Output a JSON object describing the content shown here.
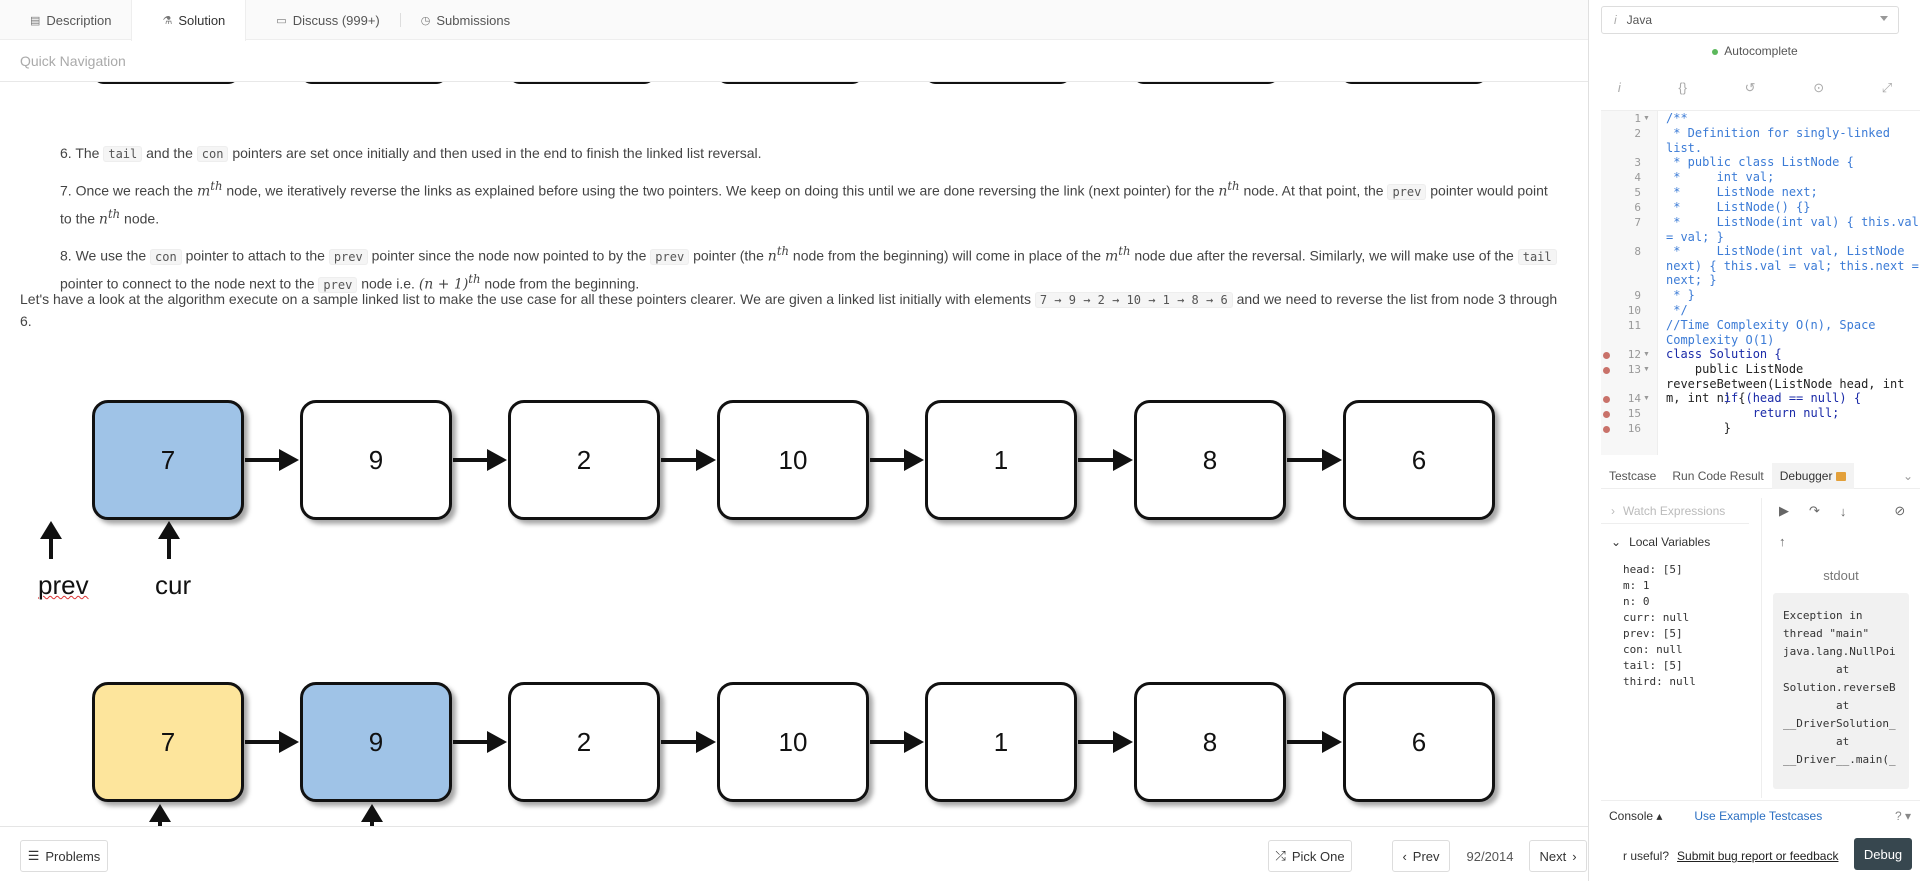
{
  "tabs": [
    {
      "label": "Description",
      "icon": "description-icon"
    },
    {
      "label": "Solution",
      "icon": "flask-icon"
    },
    {
      "label": "Discuss (999+)",
      "icon": "chat-icon"
    },
    {
      "label": "Submissions",
      "icon": "clock-icon"
    }
  ],
  "quick_nav": "Quick Navigation",
  "steps": {
    "s6": {
      "num": "6.",
      "a": "The",
      "code1": "tail",
      "b": "and the",
      "code2": "con",
      "c": "pointers are set once initially and then used in the end to finish the linked list reversal."
    },
    "s7": {
      "num": "7.",
      "a": "Once we reach the",
      "m1": "m",
      "sup1": "th",
      "b": "node, we iteratively reverse the links as explained before using the two pointers. We keep on doing this until we are done reversing the link (next pointer) for the",
      "m2": "n",
      "sup2": "th",
      "c": "node. At that point, the",
      "code1": "prev",
      "d": "pointer would point to the",
      "m3": "n",
      "sup3": "th",
      "e": "node."
    },
    "s8": {
      "num": "8.",
      "a": "We use the",
      "code1": "con",
      "b": "pointer to attach to the",
      "code2": "prev",
      "c": "pointer since the node now pointed to by the",
      "code3": "prev",
      "d": "pointer (the",
      "m1": "n",
      "sup1": "th",
      "e": "node from the beginning) will come in place of the",
      "m2": "m",
      "sup2": "th",
      "f": "node due after the reversal. Similarly, we will make use of the",
      "code4": "tail",
      "g": "pointer to connect to the node next to the",
      "code5": "prev",
      "h": "node i.e.",
      "m3": "(n + 1)",
      "sup3": "th",
      "i": "node from the beginning."
    }
  },
  "paragraph": {
    "a": "Let's have a look at the algorithm execute on a sample linked list to make the use case for all these pointers clearer. We are given a linked list initially with elements",
    "code": "7 → 9 → 2 → 10 → 1 → 8 → 6",
    "b": "and we need to reverse the list from node 3 through 6."
  },
  "diagram1": {
    "nodes": [
      "7",
      "9",
      "2",
      "10",
      "1",
      "8",
      "6"
    ],
    "highlight": {
      "index": 0,
      "color": "#9fc3e7"
    },
    "pointers": [
      "prev",
      "cur"
    ]
  },
  "diagram2": {
    "nodes": [
      "7",
      "9",
      "2",
      "10",
      "1",
      "8",
      "6"
    ],
    "colors": {
      "0": "#fde59c",
      "1": "#9fc3e7"
    }
  },
  "bottom": {
    "problems": "Problems",
    "pick_one": "Pick One",
    "prev": "Prev",
    "page": "92/2014",
    "next": "Next"
  },
  "editor": {
    "language": "Java",
    "autocomplete": "Autocomplete",
    "lines": [
      {
        "n": "1",
        "fold": true,
        "cls": "cm",
        "text": "/**"
      },
      {
        "n": "2",
        "cls": "cm",
        "text": " * Definition for singly-linked list."
      },
      {
        "n": "3",
        "cls": "cm",
        "text": " * public class ListNode {"
      },
      {
        "n": "4",
        "cls": "cm",
        "text": " *     int val;"
      },
      {
        "n": "5",
        "cls": "cm",
        "text": " *     ListNode next;"
      },
      {
        "n": "6",
        "cls": "cm",
        "text": " *     ListNode() {}"
      },
      {
        "n": "7",
        "cls": "cm",
        "text": " *     ListNode(int val) { this.val = val; }"
      },
      {
        "n": "8",
        "cls": "cm",
        "text": " *     ListNode(int val, ListNode next) { this.val = val; this.next = next; }"
      },
      {
        "n": "9",
        "cls": "cm",
        "text": " * }"
      },
      {
        "n": "10",
        "cls": "cm",
        "text": " */"
      },
      {
        "n": "11",
        "cls": "cm",
        "text": "//Time Complexity O(n), Space Complexity O(1)"
      },
      {
        "n": "12",
        "bp": true,
        "fold": true,
        "cls": "kw",
        "text": "class Solution {"
      },
      {
        "n": "13",
        "bp": true,
        "fold": true,
        "cls": "nm",
        "text": "    public ListNode reverseBetween(ListNode head, int m, int n) {"
      },
      {
        "n": "14",
        "bp": true,
        "fold": true,
        "cls": "kw",
        "text": "        if (head == null) {"
      },
      {
        "n": "15",
        "bp": true,
        "cls": "kw",
        "text": "            return null;"
      },
      {
        "n": "16",
        "bp": true,
        "cls": "nm",
        "text": "        }"
      }
    ]
  },
  "panel_tabs": {
    "testcase": "Testcase",
    "run_code": "Run Code Result",
    "debugger": "Debugger"
  },
  "watch": "Watch Expressions",
  "locals_title": "Local Variables",
  "locals": [
    "head: [5]",
    "m: 1",
    "n: 0",
    "curr: null",
    "prev: [5]",
    "con: null",
    "tail: [5]",
    "third: null"
  ],
  "stdout_title": "stdout",
  "stdout": "Exception in\nthread \"main\"\njava.lang.NullPoi\n        at\nSolution.reverseB\n        at\n__DriverSolution_\n        at\n__Driver__.main(_",
  "console": "Console",
  "use_example": "Use Example Testcases",
  "feedback_prefix": "r useful?",
  "feedback_link": "Submit bug report or feedback",
  "debug": "Debug"
}
